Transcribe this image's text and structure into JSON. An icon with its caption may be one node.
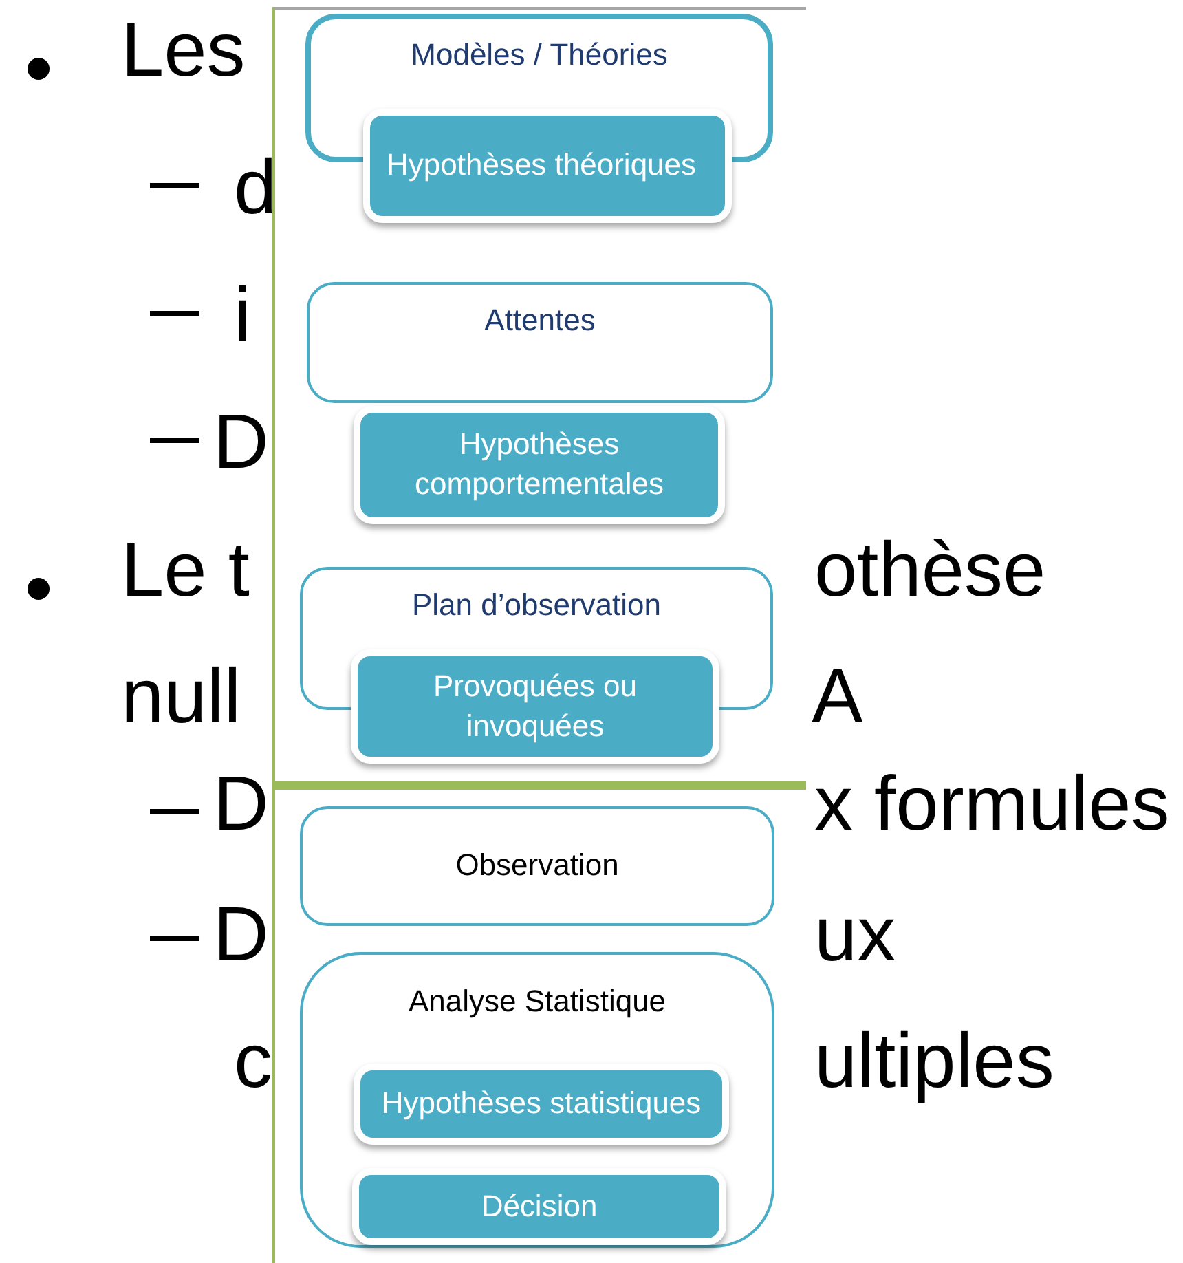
{
  "diagram": {
    "nodes": [
      {
        "text": [
          "Modèles / Théories"
        ]
      },
      {
        "text": [
          "Hypothèses théoriques"
        ]
      },
      {
        "text": [
          "Attentes"
        ]
      },
      {
        "text": [
          "Hypothèses comportementales"
        ]
      },
      {
        "text": [
          "Plan d’observation"
        ]
      },
      {
        "text": [
          "Provoquées ou invoquées"
        ]
      },
      {
        "text": [
          "Observation"
        ]
      },
      {
        "text": [
          "Analyse Statistique"
        ]
      },
      {
        "text": [
          "Hypothèses statistiques"
        ],
        "in": 7
      },
      {
        "text": [
          "Décision"
        ],
        "in": 7
      }
    ],
    "labels": [
      "Les",
      "d",
      "i",
      "D",
      "Le t",
      "othèse",
      "null",
      "A",
      "D",
      "x formules",
      "D",
      "ux",
      "c",
      "ultiples"
    ]
  }
}
